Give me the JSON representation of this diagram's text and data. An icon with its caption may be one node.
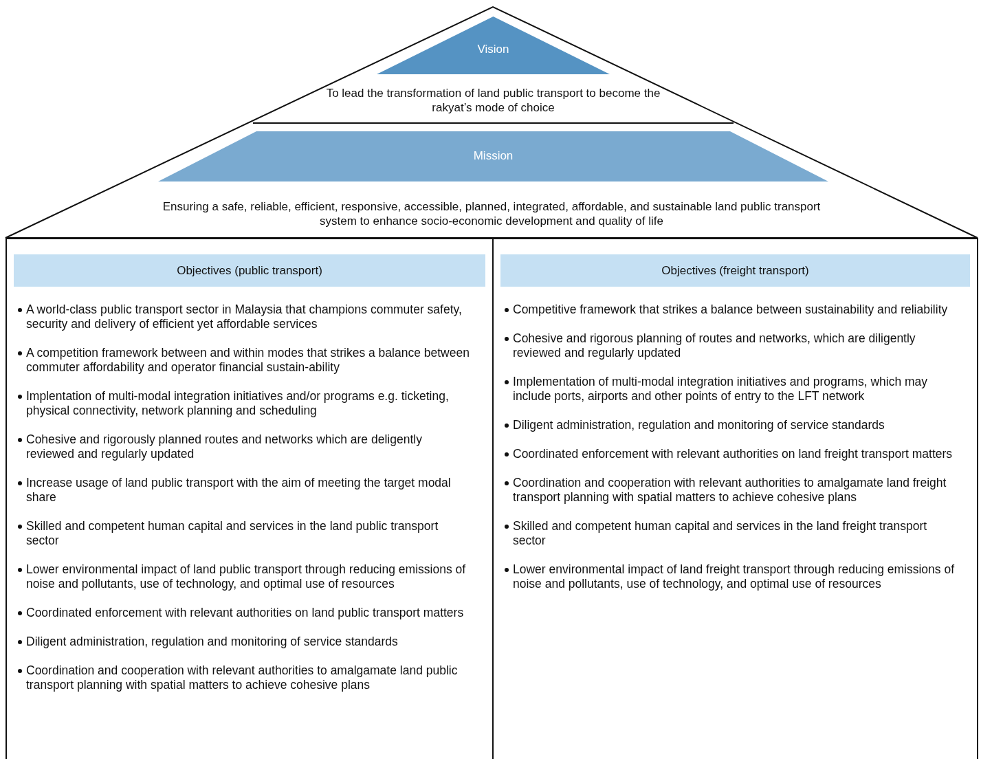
{
  "diagram": {
    "nodes": [
      {
        "text": [],
        "shape": "triangle"
      },
      {
        "text": [
          "Vision"
        ],
        "in": 0,
        "beside": [
          "To lead the transformation of land public transport to become the rakyat’s mode of choice"
        ]
      },
      {
        "text": [
          "Mission"
        ],
        "in": 0,
        "beside": [
          "Ensuring a safe, reliable, efficient, responsive, accessible, planned, integrated, affordable, and sustainable land public transport system to enhance socio-economic development and quality of life"
        ]
      },
      {
        "text": [
          "A world-class public transport sector in Malaysia that champions commuter safety, security and delivery of efficient yet affordable services",
          "A competition framework between and within modes that strikes a balance between commuter affordability and operator financial sustain-ability",
          "Implentation of multi-modal integration initiatives and/or programs e.g. ticketing, physical connectivity, network planning and scheduling",
          "Cohesive and rigorously planned routes and networks which are deligently reviewed and regularly updated",
          "Increase usage of land public transport with the aim of meeting the target modal share",
          "Skilled and competent human capital and services in the land public transport sector",
          "Lower environmental impact of land public transport through reducing emissions of noise and pollutants, use of technology, and optimal use of resources",
          "Coordinated enforcement with relevant authorities on land public transport matters",
          "Diligent administration, regulation and monitoring of service standards",
          "Coordination and cooperation with relevant authorities to amalgamate land public transport planning with spatial matters to achieve cohesive plans"
        ]
      },
      {
        "text": [
          "Objectives (public transport)"
        ],
        "in": 3
      },
      {
        "text": [
          "Competitive framework that strikes a balance between sustainability and reliability",
          "Cohesive and rigorous planning of routes and networks, which are diligently reviewed and regularly updated",
          "Implementation of multi-modal integration initiatives and programs, which may include ports, airports and other points of entry to the LFT network",
          "Diligent administration, regulation and monitoring of service standards",
          "Coordinated enforcement with relevant authorities on land freight transport matters",
          "Coordination and cooperation with relevant authorities to amalgamate land freight transport planning with spatial matters to achieve cohesive plans",
          "Skilled and competent human capital and services in the land freight transport sector",
          "Lower environmental impact of land freight transport through reducing emissions of noise and pollutants, use of technology, and optimal use of resources"
        ]
      },
      {
        "text": [
          "Objectives (freight transport)"
        ],
        "in": 5
      }
    ],
    "edges": []
  }
}
